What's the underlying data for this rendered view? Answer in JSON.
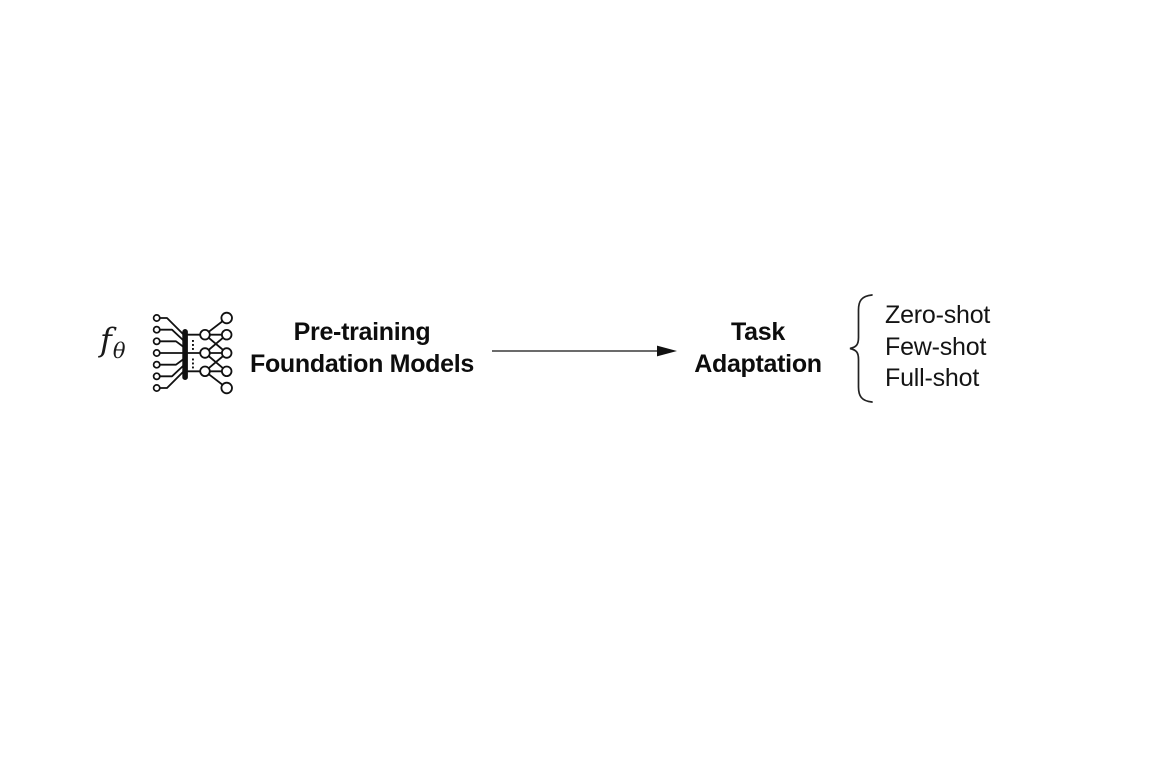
{
  "figure": {
    "model_symbol": {
      "base": "f",
      "subscript": "θ"
    },
    "stage_pretraining": {
      "line1": "Pre-training",
      "line2": "Foundation Models"
    },
    "stage_task": {
      "line1": "Task",
      "line2": "Adaptation"
    },
    "options": [
      "Zero-shot",
      "Few-shot",
      "Full-shot"
    ],
    "icons": {
      "network": "neural-network-icon",
      "arrow": "right-arrow",
      "brace": "left-curly-brace"
    },
    "colors": {
      "background": "#ffffff",
      "ink": "#111111",
      "arrow_line": "#3a3a3a"
    }
  }
}
